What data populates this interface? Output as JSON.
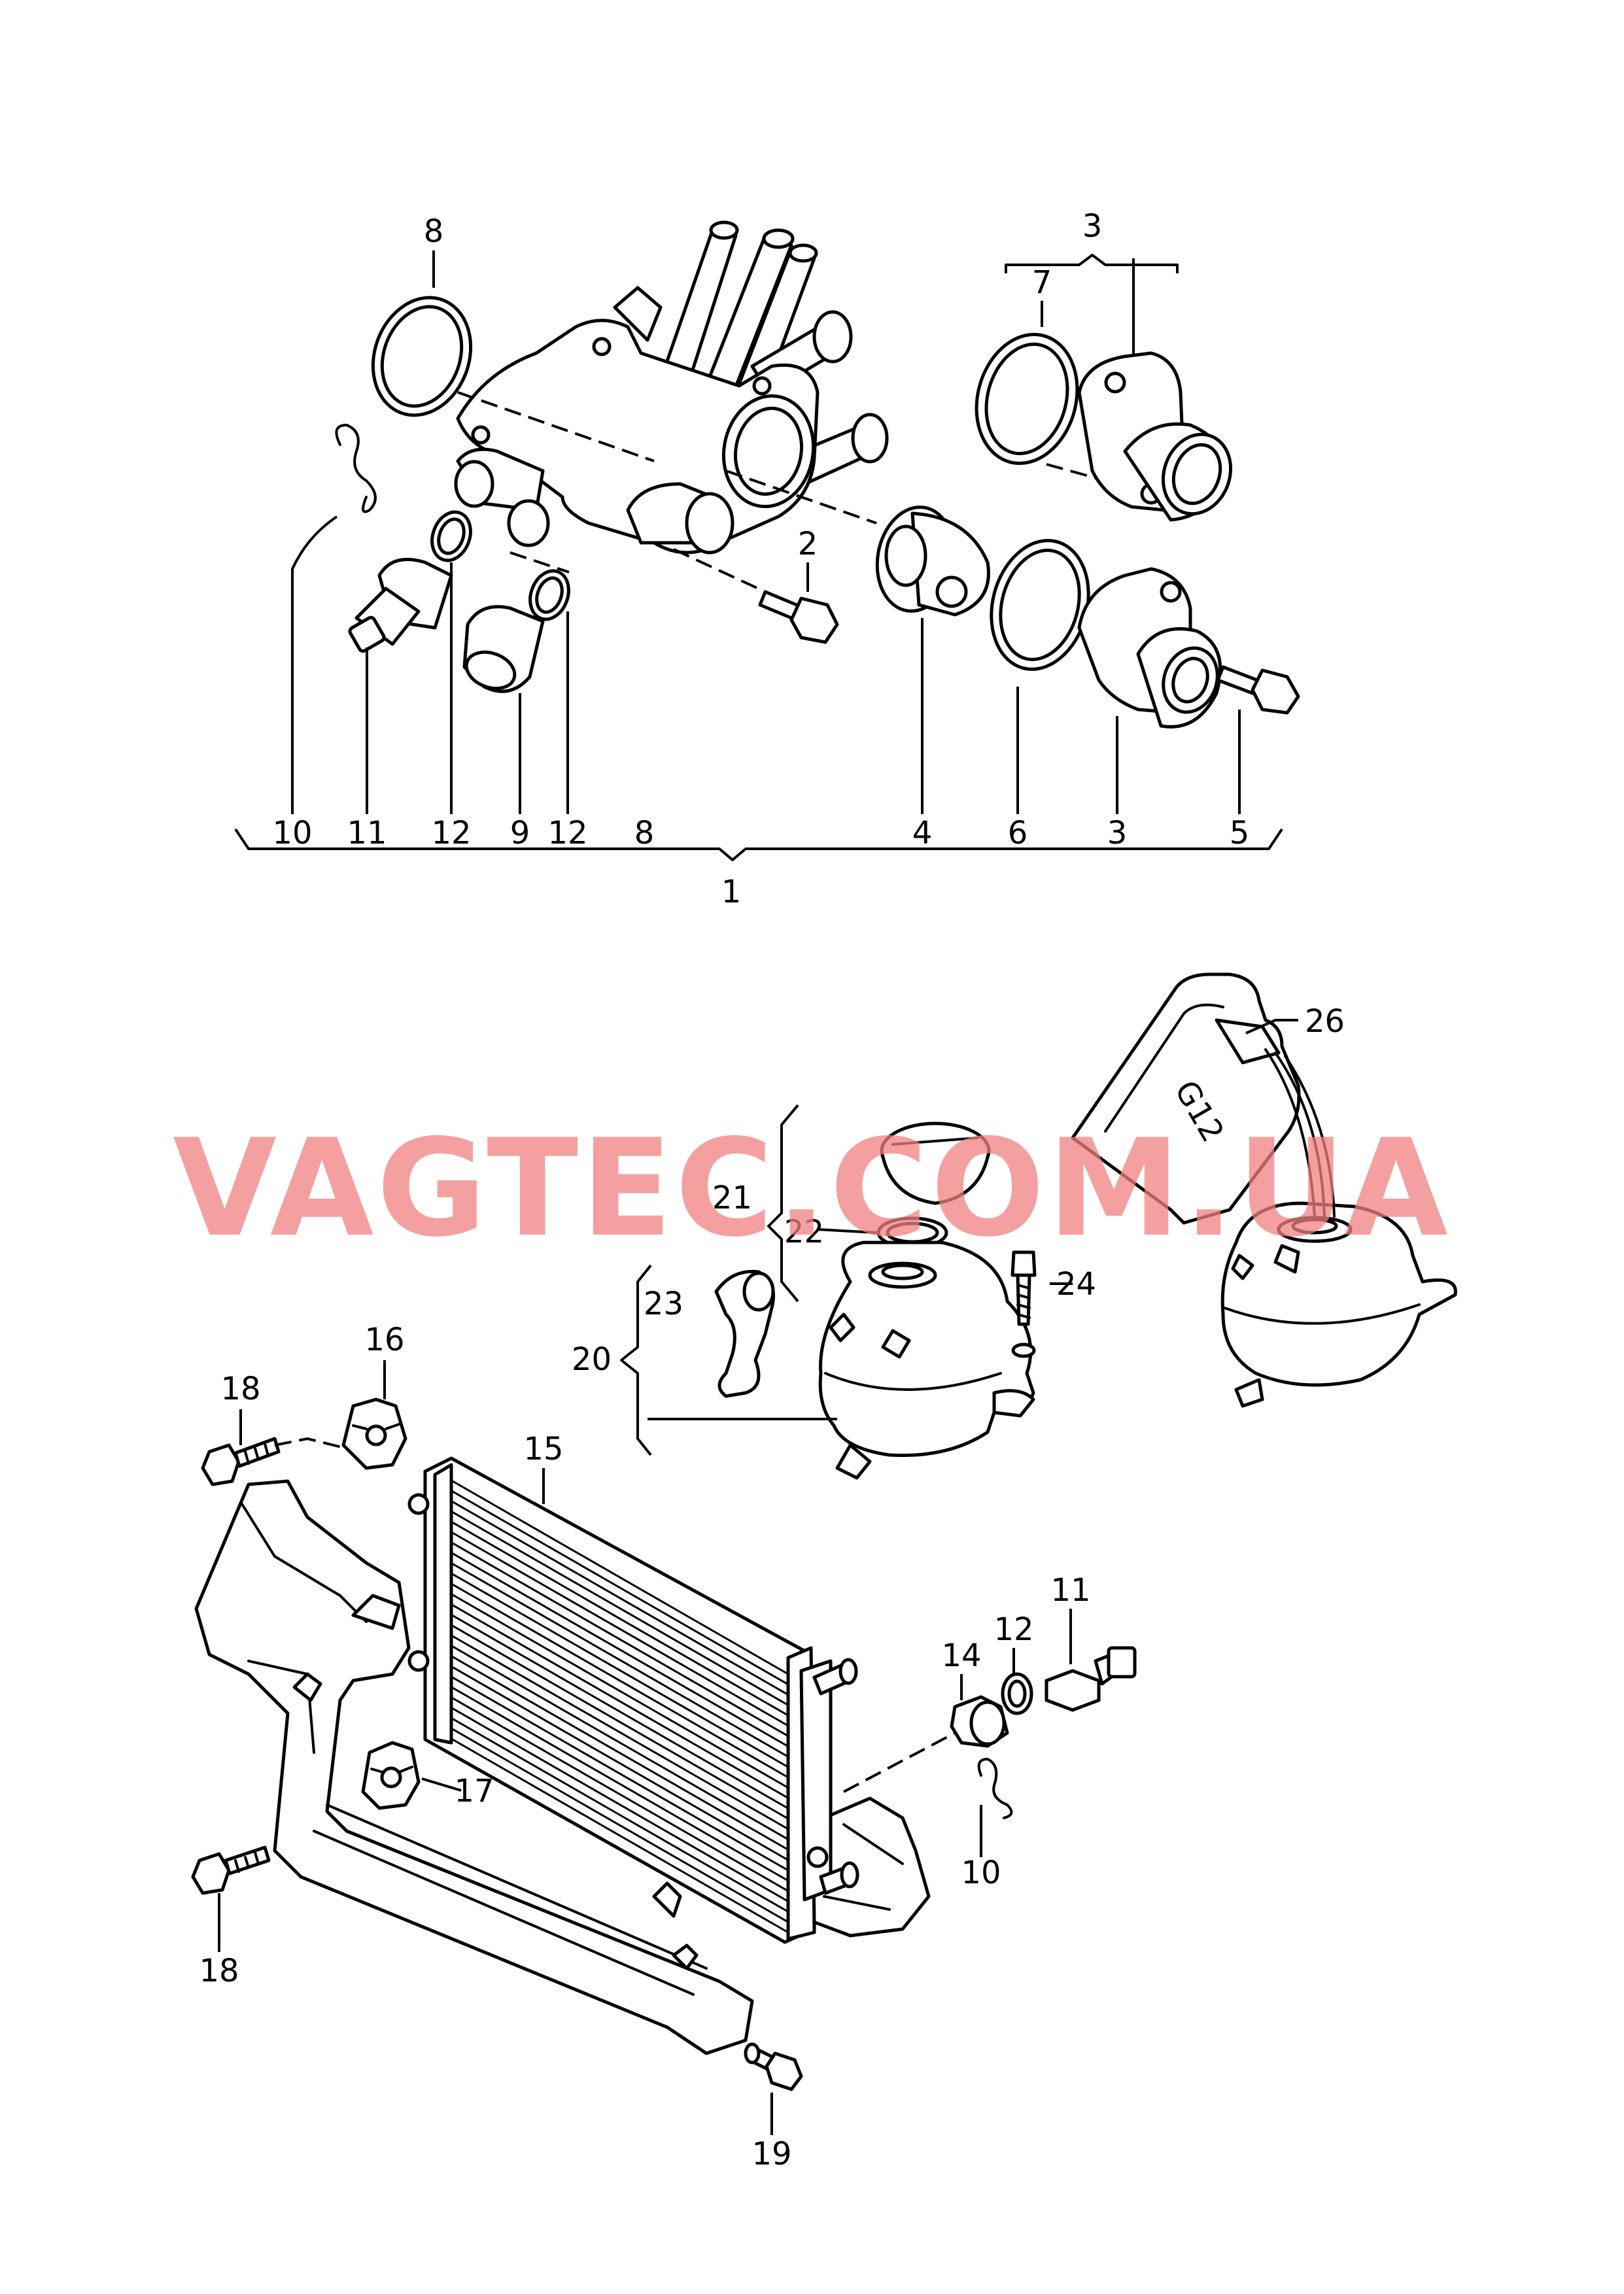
{
  "watermark": "VAGTEC.COM.UA",
  "jug_text": "G12",
  "callouts": {
    "c1": "1",
    "c2": "2",
    "c3a": "3",
    "c3b": "3",
    "c4": "4",
    "c5": "5",
    "c6": "6",
    "c7": "7",
    "c8a": "8",
    "c8b": "8",
    "c9": "9",
    "c10a": "10",
    "c10b": "10",
    "c11a": "11",
    "c11b": "11",
    "c12a": "12",
    "c12b": "12",
    "c12c": "12",
    "c14": "14",
    "c15": "15",
    "c16": "16",
    "c17": "17",
    "c18a": "18",
    "c18b": "18",
    "c19": "19",
    "c20": "20",
    "c21": "21",
    "c22": "22",
    "c23": "23",
    "c24": "24",
    "c26": "26"
  }
}
